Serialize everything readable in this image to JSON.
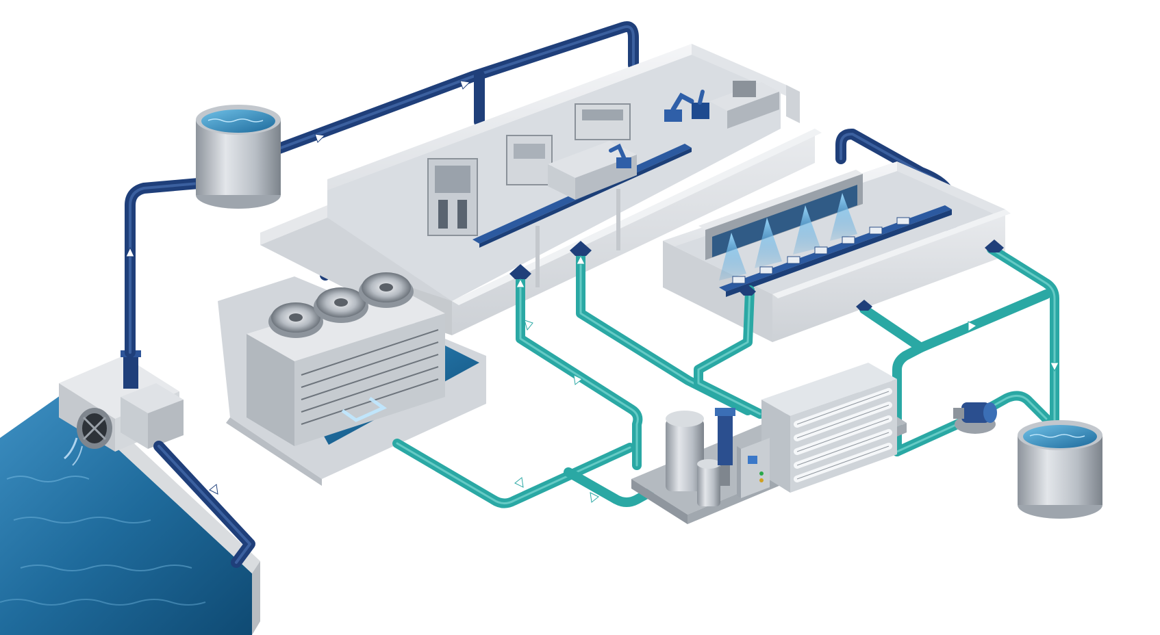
{
  "diagram": {
    "colors": {
      "background": "#ffffff",
      "fresh_pipe": "#1f3f7a",
      "fresh_pipe_highlight": "#4f76b8",
      "recycle_pipe": "#2aa8a4",
      "recycle_pipe_highlight": "#7fd8d3",
      "water_dark": "#1b5f8c",
      "water_light": "#5fb0d8",
      "steel": "#c9ced4",
      "steel_dark": "#8f969e",
      "wall": "#e6e8eb",
      "floor": "#d7dbe0",
      "accent_blue": "#3b6fb6"
    },
    "components": [
      {
        "id": "water-source",
        "icon": "water-source"
      },
      {
        "id": "intake-pump-station",
        "icon": "pump-station"
      },
      {
        "id": "elevated-storage-tank",
        "icon": "storage-tank"
      },
      {
        "id": "production-hall",
        "icon": "factory-line"
      },
      {
        "id": "washing-hall",
        "icon": "spray-wash"
      },
      {
        "id": "cooling-tower",
        "icon": "cooling-fan"
      },
      {
        "id": "water-treatment-skid",
        "icon": "ro-filtration"
      },
      {
        "id": "transfer-pump",
        "icon": "pump"
      },
      {
        "id": "recycled-water-tank",
        "icon": "storage-tank"
      }
    ]
  }
}
